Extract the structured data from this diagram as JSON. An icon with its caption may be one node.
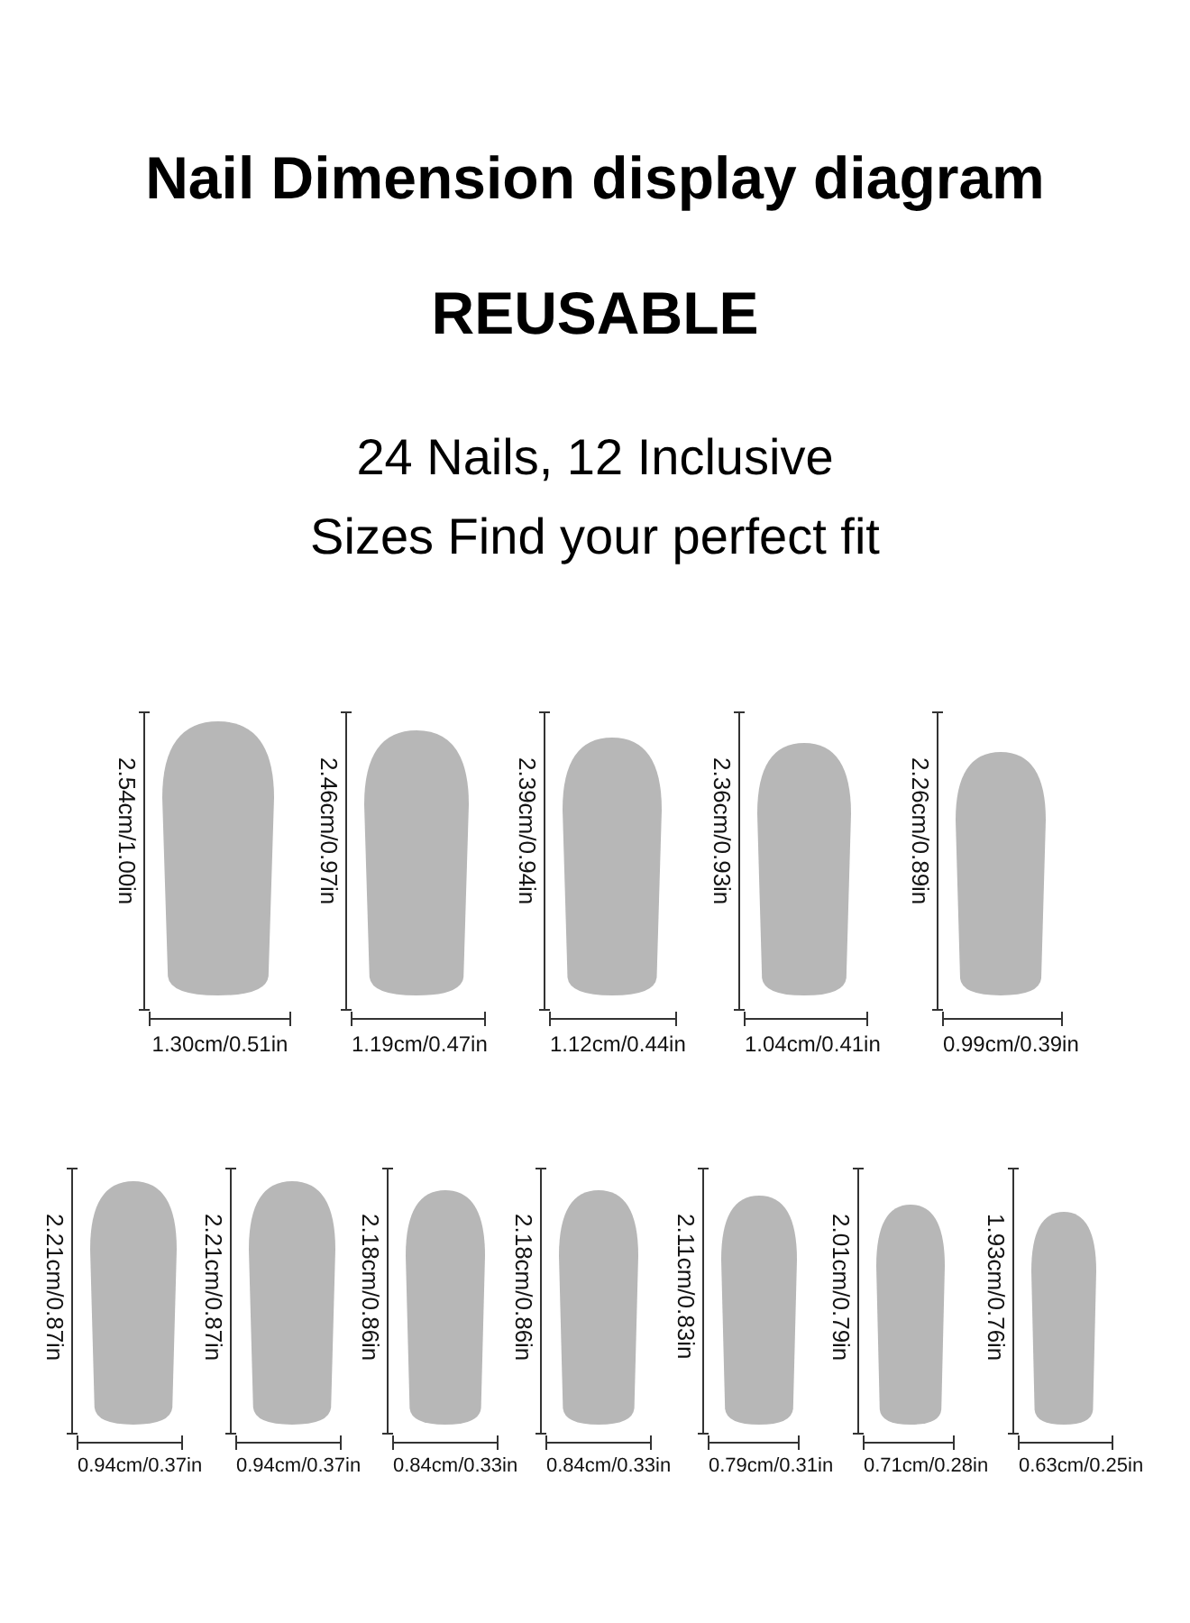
{
  "diagram": {
    "title": "Nail Dimension display diagram",
    "nodes": [
      {
        "text": [],
        "shape": "box",
        "beside": [
          "2.54cm/1.00in",
          "1.30cm/0.51in"
        ]
      },
      {
        "text": [],
        "shape": "box",
        "beside": [
          "2.46cm/0.97in",
          "1.19cm/0.47in"
        ]
      },
      {
        "text": [],
        "shape": "box",
        "beside": [
          "2.39cm/0.94in",
          "1.12cm/0.44in"
        ]
      },
      {
        "text": [],
        "shape": "box",
        "beside": [
          "2.36cm/0.93in",
          "1.04cm/0.41in"
        ]
      },
      {
        "text": [],
        "shape": "box",
        "beside": [
          "2.26cm/0.89in",
          "0.99cm/0.39in"
        ]
      },
      {
        "text": [],
        "shape": "box",
        "beside": [
          "2.21cm/0.87in",
          "0.94cm/0.37in"
        ]
      },
      {
        "text": [],
        "shape": "box",
        "beside": [
          "2.21cm/0.87in",
          "0.94cm/0.37in"
        ]
      },
      {
        "text": [],
        "shape": "box",
        "beside": [
          "2.18cm/0.86in",
          "0.84cm/0.33in"
        ]
      },
      {
        "text": [],
        "shape": "box",
        "beside": [
          "2.18cm/0.86in",
          "0.84cm/0.33in"
        ]
      },
      {
        "text": [],
        "shape": "box",
        "beside": [
          "2.11cm/0.83in",
          "0.79cm/0.31in"
        ]
      },
      {
        "text": [],
        "shape": "box",
        "beside": [
          "2.01cm/0.79in",
          "0.71cm/0.28in"
        ]
      },
      {
        "text": [],
        "shape": "box",
        "beside": [
          "1.93cm/0.76in",
          "0.63cm/0.25in"
        ]
      }
    ],
    "labels": [
      "REUSABLE",
      "24 Nails, 12 Inclusive Sizes Find your perfect fit"
    ]
  }
}
